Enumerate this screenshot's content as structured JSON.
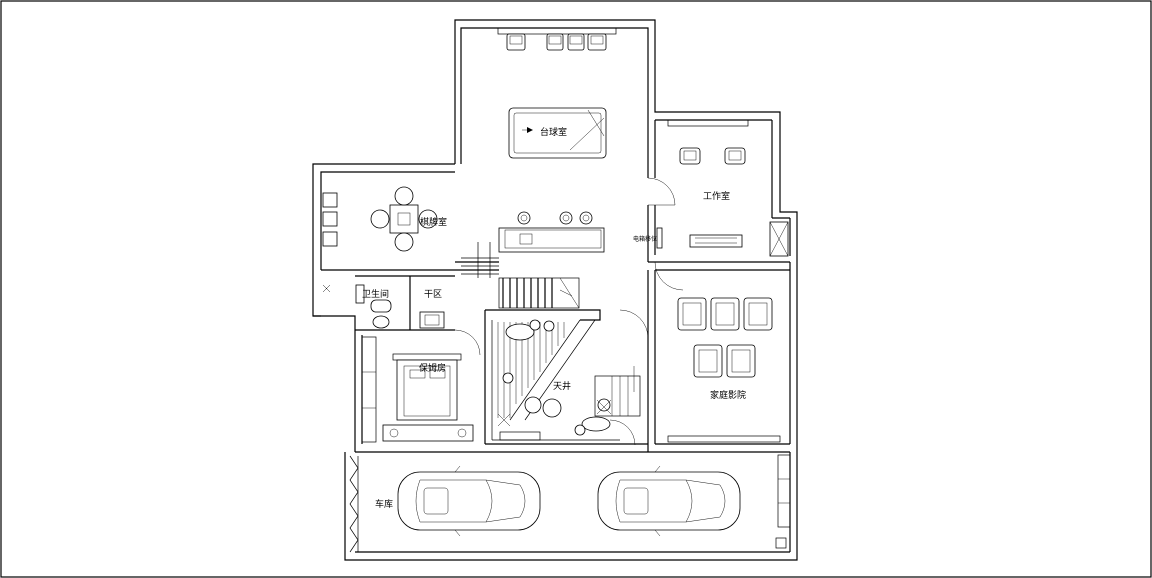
{
  "rooms": {
    "billiards": "台球室",
    "chess": "棋牌室",
    "studio": "工作室",
    "electrical": "电箱移位",
    "bathroom": "卫生间",
    "dry_zone": "干区",
    "nanny": "保姆房",
    "patio": "天井",
    "theater": "家庭影院",
    "garage": "车库"
  }
}
